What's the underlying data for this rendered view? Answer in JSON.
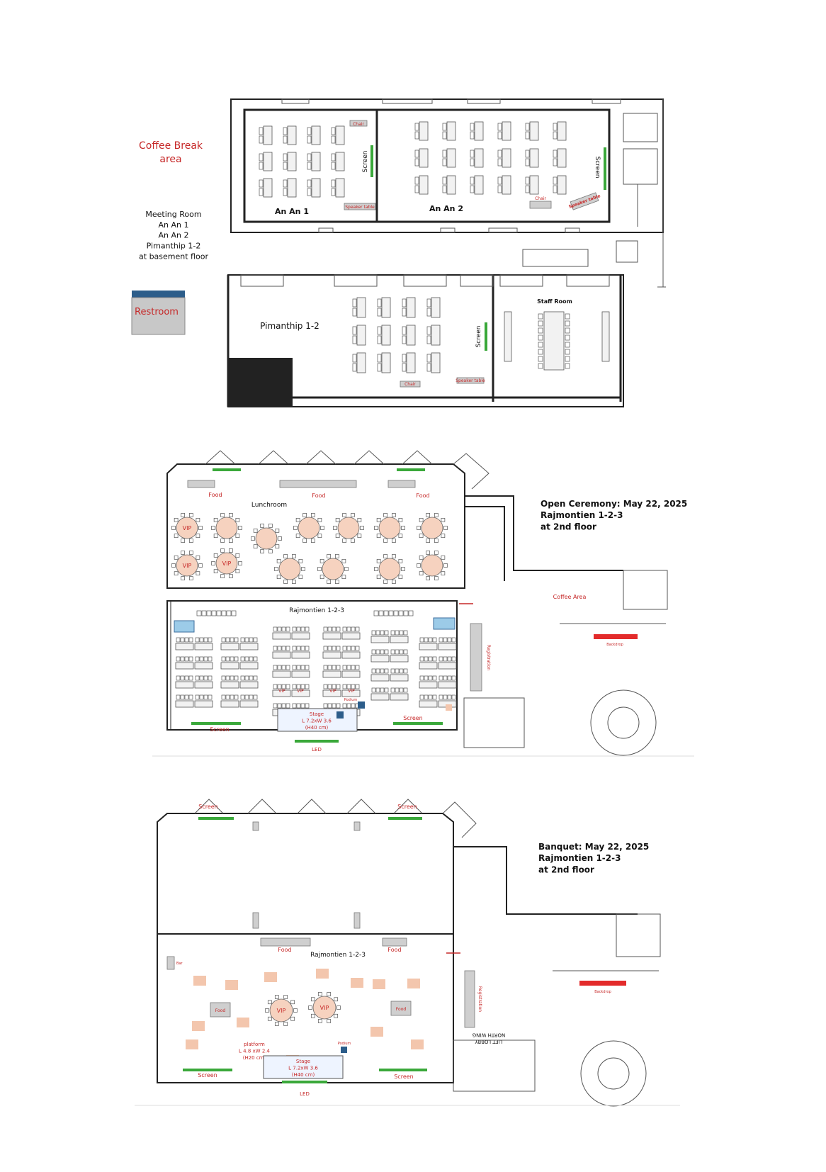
{
  "legend": {
    "coffee_break": "Coffee Break\narea",
    "meeting_rooms": "Meeting Room\nAn An 1\nAn An 2\nPimanthip 1-2\nat basement floor",
    "restroom": "Restroom"
  },
  "basement": {
    "room_an_an_1": "An An 1",
    "room_an_an_2": "An An 2",
    "room_pimanthip": "Pimanthip 1-2",
    "room_staff": "Staff Room",
    "screen": "Screen",
    "chair": "Chair",
    "speaker_table": "Speaker table"
  },
  "ceremony": {
    "heading": "Open Ceremony:  May 22, 2025\nRajmontien 1-2-3\nat 2nd floor",
    "lunchroom": "Lunchroom",
    "food": "Food",
    "vip": "VIP",
    "hall": "Rajmontien 1-2-3",
    "stage": "Stage\nL 7.2xW 3.6\n(H40 cm)",
    "led": "LED",
    "screen": "Screen",
    "coffee_area": "Coffee Area",
    "registration": "Registration",
    "backdrop": "Backdrop",
    "podium": "Podium"
  },
  "banquet": {
    "heading": "Banquet: May 22, 2025\nRajmontien 1-2-3\nat 2nd floor",
    "hall": "Rajmontien 1-2-3",
    "food": "Food",
    "vip": "VIP",
    "platform": "platform\nL 4.8 xW 2.4\n(H20 cm)",
    "stage": "Stage\nL 7.2xW 3.6\n(H40 cm)",
    "led": "LED",
    "screen": "Screen",
    "podium": "Podium",
    "registration": "Registration",
    "backdrop": "Backdrop",
    "bar": "Bar",
    "lift_lobby": "LIFT LOBBY\nNORTH WING"
  },
  "colors": {
    "label_red": "#c62828",
    "screen_green": "#3aa83a",
    "round_table": "#f6d2bf",
    "restroom_blue": "#2c5d8a"
  }
}
